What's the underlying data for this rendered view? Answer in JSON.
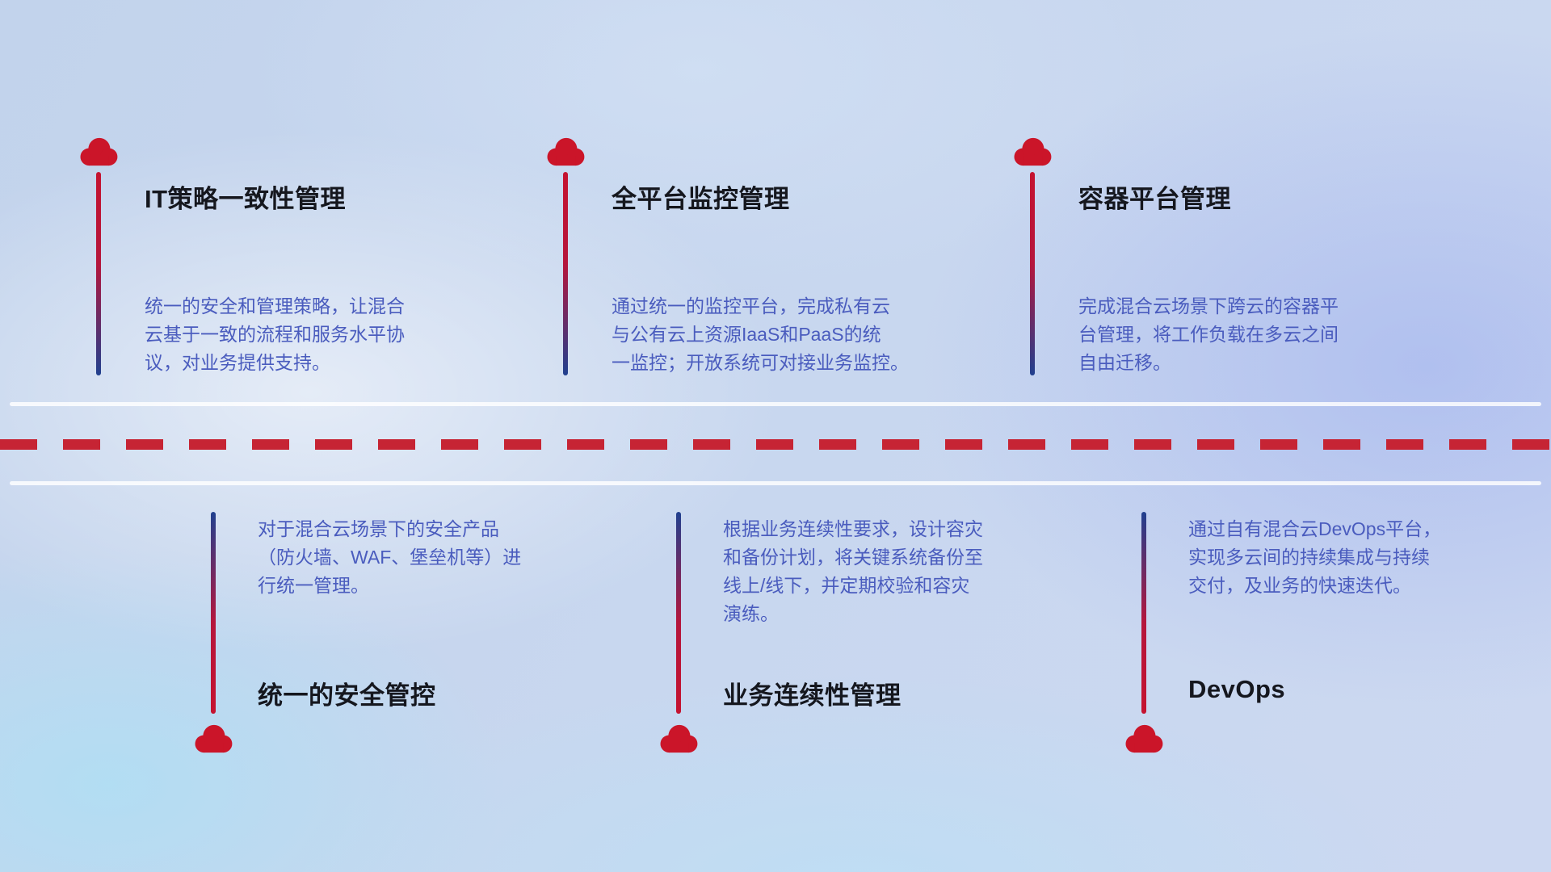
{
  "colors": {
    "cloud_red": "#cb1529",
    "line_red": "#c51330",
    "line_blue": "#20408f",
    "dash_red": "#c62434",
    "divider_white": "#f2f6fc",
    "title_text": "#15171e",
    "description_text": "#4a5cbe",
    "background_blue": "#c8d7ef"
  },
  "top_items": [
    {
      "title": "IT策略一致性管理",
      "desc": "统一的安全和管理策略，让混合\n云基于一致的流程和服务水平协\n议，对业务提供支持。"
    },
    {
      "title": "全平台监控管理",
      "desc": "通过统一的监控平台，完成私有云\n与公有云上资源IaaS和PaaS的统\n一监控；开放系统可对接业务监控。"
    },
    {
      "title": "容器平台管理",
      "desc": "完成混合云场景下跨云的容器平\n台管理，将工作负载在多云之间\n自由迁移。"
    }
  ],
  "bottom_items": [
    {
      "title": "统一的安全管控",
      "desc": "对于混合云场景下的安全产品\n（防火墙、WAF、堡垒机等）进\n行统一管理。"
    },
    {
      "title": "业务连续性管理",
      "desc": "根据业务连续性要求，设计容灾\n和备份计划，将关键系统备份至\n线上/线下，并定期校验和容灾\n演练。"
    },
    {
      "title": "DevOps",
      "desc": "通过自有混合云DevOps平台，\n实现多云间的持续集成与持续\n交付，及业务的快速迭代。"
    }
  ]
}
